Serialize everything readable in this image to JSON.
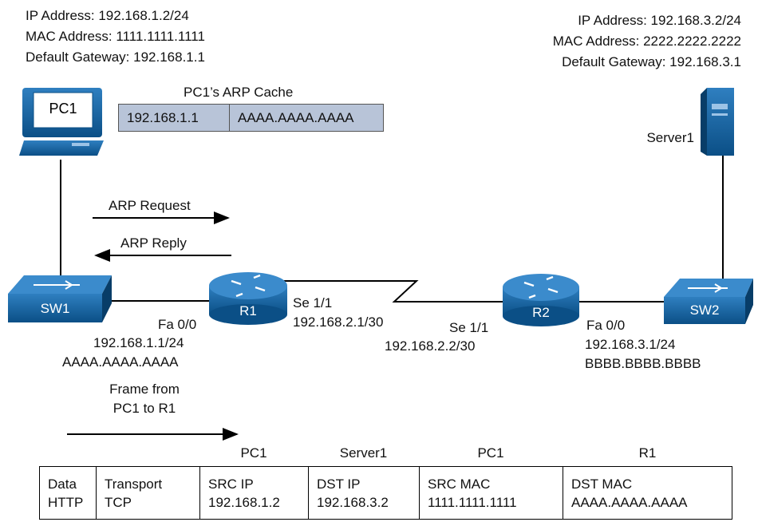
{
  "pc1": {
    "label": "PC1",
    "ip_address": "IP Address: 192.168.1.2/24",
    "mac_address": "MAC Address: 1111.1111.1111",
    "default_gateway": "Default Gateway: 192.168.1.1"
  },
  "server1": {
    "label": "Server1",
    "ip_address": "IP Address: 192.168.3.2/24",
    "mac_address": "MAC Address: 2222.2222.2222",
    "default_gateway": "Default Gateway: 192.168.3.1"
  },
  "arp_cache": {
    "title": "PC1’s ARP Cache",
    "ip": "192.168.1.1",
    "mac": "AAAA.AAAA.AAAA"
  },
  "arp": {
    "request": "ARP Request",
    "reply": "ARP Reply"
  },
  "devices": {
    "sw1": "SW1",
    "sw2": "SW2",
    "r1": "R1",
    "r2": "R2"
  },
  "r1": {
    "fa_intf": "Fa 0/0",
    "fa_ip": "192.168.1.1/24",
    "fa_mac": "AAAA.AAAA.AAAA",
    "se_intf": "Se 1/1",
    "se_ip": "192.168.2.1/30"
  },
  "r2": {
    "se_intf": "Se 1/1",
    "se_ip": "192.168.2.2/30",
    "fa_intf": "Fa 0/0",
    "fa_ip": "192.168.3.1/24",
    "fa_mac": "BBBB.BBBB.BBBB"
  },
  "frame": {
    "caption_line1": "Frame from",
    "caption_line2": "PC1 to R1",
    "headers": [
      "PC1",
      "Server1",
      "PC1",
      "R1"
    ],
    "cells": [
      [
        "Data",
        "HTTP"
      ],
      [
        "Transport",
        "TCP"
      ],
      [
        "SRC IP",
        "192.168.1.2"
      ],
      [
        "DST IP",
        "192.168.3.2"
      ],
      [
        "SRC MAC",
        "1111.1111.1111"
      ],
      [
        "DST MAC",
        "AAAA.AAAA.AAAA"
      ]
    ]
  },
  "colors": {
    "device_blue": "#0d5a96",
    "cache_fill": "#b8c4d8"
  }
}
